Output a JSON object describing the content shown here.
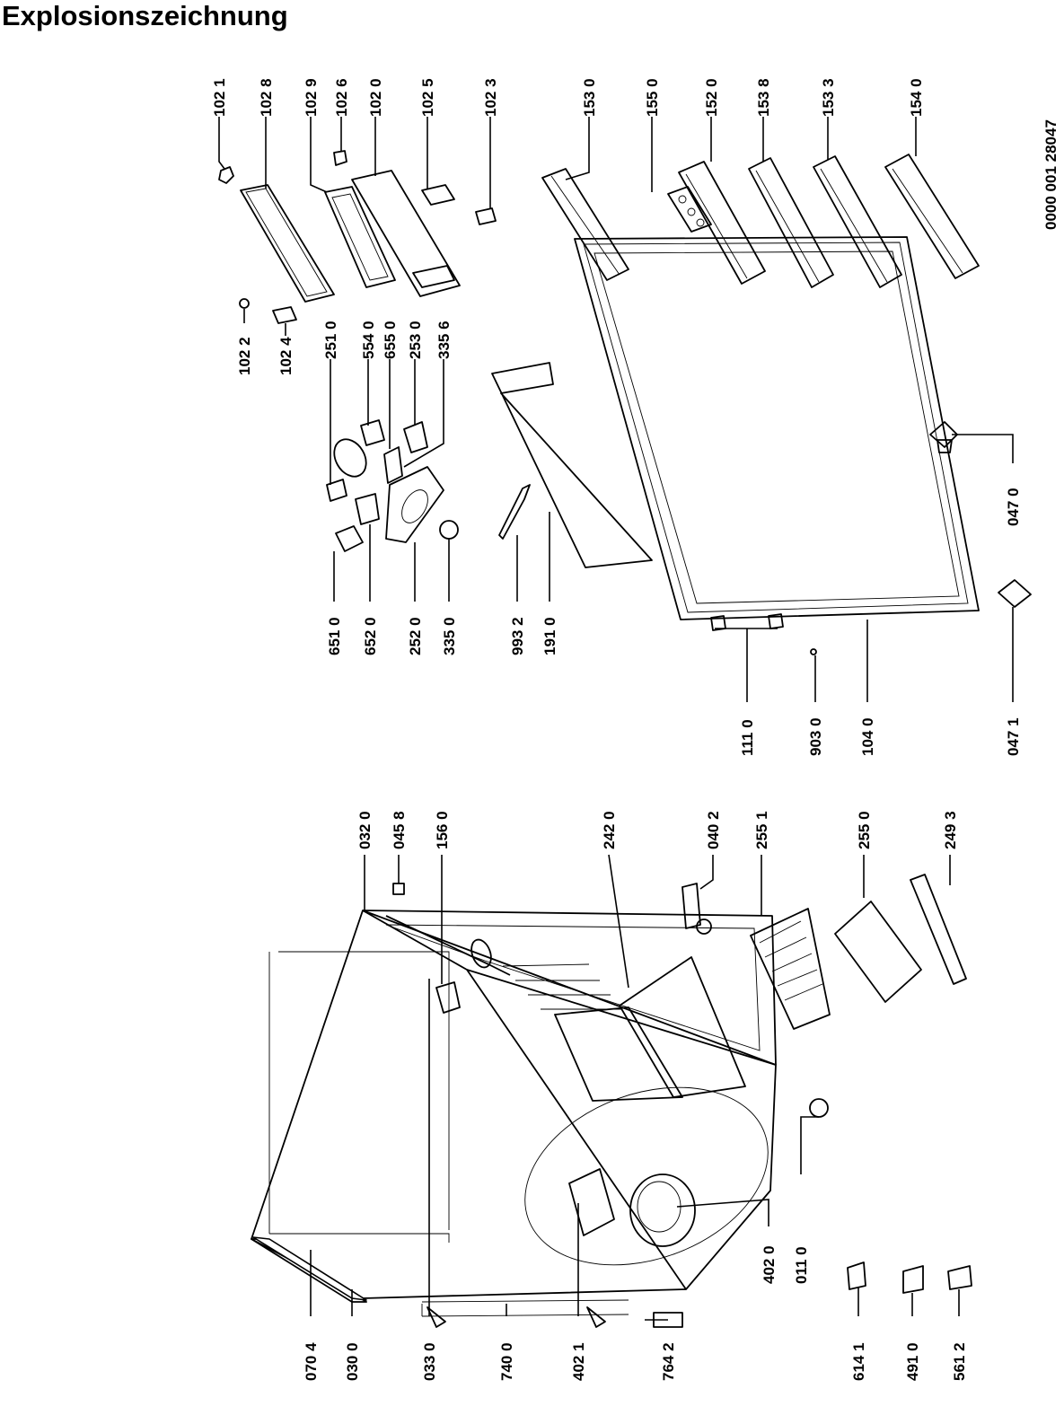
{
  "title": "Explosionszeichnung",
  "doc_number": "0000 001 28047",
  "parts": [
    {
      "id": "102-1",
      "label": "102 1"
    },
    {
      "id": "102-8",
      "label": "102 8"
    },
    {
      "id": "102-9",
      "label": "102 9"
    },
    {
      "id": "102-6",
      "label": "102 6"
    },
    {
      "id": "102-0",
      "label": "102 0"
    },
    {
      "id": "102-5",
      "label": "102 5"
    },
    {
      "id": "102-3",
      "label": "102 3"
    },
    {
      "id": "153-0",
      "label": "153 0"
    },
    {
      "id": "155-0",
      "label": "155 0"
    },
    {
      "id": "152-0",
      "label": "152 0"
    },
    {
      "id": "153-8",
      "label": "153 8"
    },
    {
      "id": "153-3",
      "label": "153 3"
    },
    {
      "id": "154-0",
      "label": "154 0"
    },
    {
      "id": "102-2",
      "label": "102 2"
    },
    {
      "id": "102-4",
      "label": "102 4"
    },
    {
      "id": "251-0",
      "label": "251 0"
    },
    {
      "id": "554-0",
      "label": "554 0"
    },
    {
      "id": "655-0",
      "label": "655 0"
    },
    {
      "id": "253-0",
      "label": "253 0"
    },
    {
      "id": "335-6",
      "label": "335 6"
    },
    {
      "id": "651-0",
      "label": "651 0"
    },
    {
      "id": "652-0",
      "label": "652 0"
    },
    {
      "id": "252-0",
      "label": "252 0"
    },
    {
      "id": "335-0",
      "label": "335 0"
    },
    {
      "id": "993-2",
      "label": "993 2"
    },
    {
      "id": "191-0",
      "label": "191 0"
    },
    {
      "id": "111-0",
      "label": "111 0"
    },
    {
      "id": "903-0",
      "label": "903 0"
    },
    {
      "id": "104-0",
      "label": "104 0"
    },
    {
      "id": "047-1",
      "label": "047 1"
    },
    {
      "id": "047-0",
      "label": "047 0"
    },
    {
      "id": "032-0",
      "label": "032 0"
    },
    {
      "id": "045-8",
      "label": "045 8"
    },
    {
      "id": "156-0",
      "label": "156 0"
    },
    {
      "id": "242-0",
      "label": "242 0"
    },
    {
      "id": "040-2",
      "label": "040 2"
    },
    {
      "id": "255-1",
      "label": "255 1"
    },
    {
      "id": "255-0",
      "label": "255 0"
    },
    {
      "id": "249-3",
      "label": "249 3"
    },
    {
      "id": "070-4",
      "label": "070 4"
    },
    {
      "id": "030-0",
      "label": "030 0"
    },
    {
      "id": "033-0",
      "label": "033 0"
    },
    {
      "id": "740-0",
      "label": "740 0"
    },
    {
      "id": "402-1",
      "label": "402 1"
    },
    {
      "id": "764-2",
      "label": "764 2"
    },
    {
      "id": "402-0",
      "label": "402 0"
    },
    {
      "id": "011-0",
      "label": "011 0"
    },
    {
      "id": "614-1",
      "label": "614 1"
    },
    {
      "id": "491-0",
      "label": "491 0"
    },
    {
      "id": "561-2",
      "label": "561 2"
    }
  ]
}
